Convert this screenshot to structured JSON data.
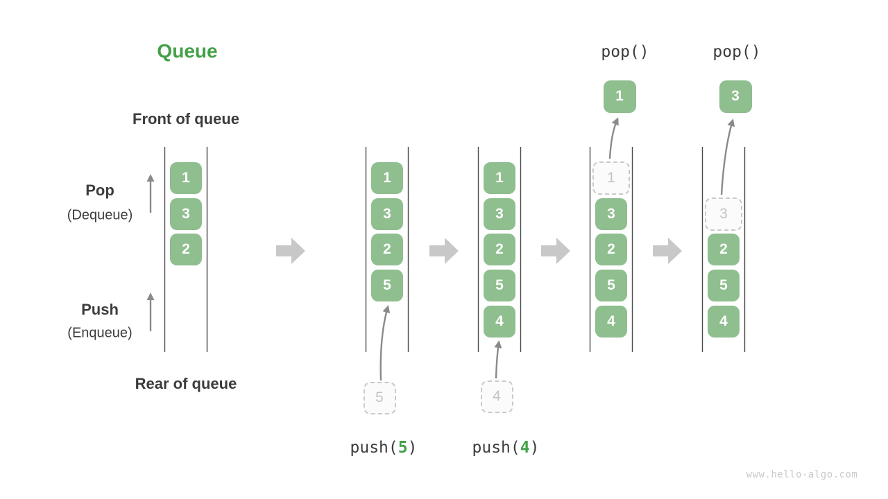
{
  "title": "Queue",
  "watermark": "www.hello-algo.com",
  "side_labels": {
    "front": "Front of queue",
    "rear": "Rear of queue",
    "pop": "Pop",
    "pop_sub": "(Dequeue)",
    "push": "Push",
    "push_sub": "(Enqueue)"
  },
  "colors": {
    "cell_green": "#8FBE8F",
    "accent_green": "#43A047",
    "dark_text": "#3C3C3C",
    "rail": "#4A4A4A",
    "thin_arrow": "#8A8A8A",
    "block_arrow": "#C8C8C8",
    "dashed_border": "#C9C9C9",
    "dashed_text": "#C3C3C3",
    "dashed_fill": "#FBFBFB",
    "watermark_gray": "#C9C9C9"
  },
  "states": [
    {
      "name": "initial",
      "cells": [
        {
          "row": 0,
          "value": "1",
          "style": "solid"
        },
        {
          "row": 1,
          "value": "3",
          "style": "solid"
        },
        {
          "row": 2,
          "value": "2",
          "style": "solid"
        }
      ]
    },
    {
      "name": "after-push-5",
      "cells": [
        {
          "row": 0,
          "value": "1",
          "style": "solid"
        },
        {
          "row": 1,
          "value": "3",
          "style": "solid"
        },
        {
          "row": 2,
          "value": "2",
          "style": "solid"
        },
        {
          "row": 3,
          "value": "5",
          "style": "solid"
        }
      ],
      "operation": {
        "type": "push",
        "call_prefix": "push(",
        "arg": "5",
        "call_suffix": ")",
        "staged_value": "5"
      }
    },
    {
      "name": "after-push-4",
      "cells": [
        {
          "row": 0,
          "value": "1",
          "style": "solid"
        },
        {
          "row": 1,
          "value": "3",
          "style": "solid"
        },
        {
          "row": 2,
          "value": "2",
          "style": "solid"
        },
        {
          "row": 3,
          "value": "5",
          "style": "solid"
        },
        {
          "row": 4,
          "value": "4",
          "style": "solid"
        }
      ],
      "operation": {
        "type": "push",
        "call_prefix": "push(",
        "arg": "4",
        "call_suffix": ")",
        "staged_value": "4"
      }
    },
    {
      "name": "after-pop-1",
      "cells": [
        {
          "row": 0,
          "value": "1",
          "style": "dashed"
        },
        {
          "row": 1,
          "value": "3",
          "style": "solid"
        },
        {
          "row": 2,
          "value": "2",
          "style": "solid"
        },
        {
          "row": 3,
          "value": "5",
          "style": "solid"
        },
        {
          "row": 4,
          "value": "4",
          "style": "solid"
        }
      ],
      "operation": {
        "type": "pop",
        "call": "pop()",
        "popped_value": "1",
        "from_row": 0
      }
    },
    {
      "name": "after-pop-3",
      "cells": [
        {
          "row": 1,
          "value": "3",
          "style": "dashed"
        },
        {
          "row": 2,
          "value": "2",
          "style": "solid"
        },
        {
          "row": 3,
          "value": "5",
          "style": "solid"
        },
        {
          "row": 4,
          "value": "4",
          "style": "solid"
        }
      ],
      "operation": {
        "type": "pop",
        "call": "pop()",
        "popped_value": "3",
        "from_row": 1
      }
    }
  ]
}
